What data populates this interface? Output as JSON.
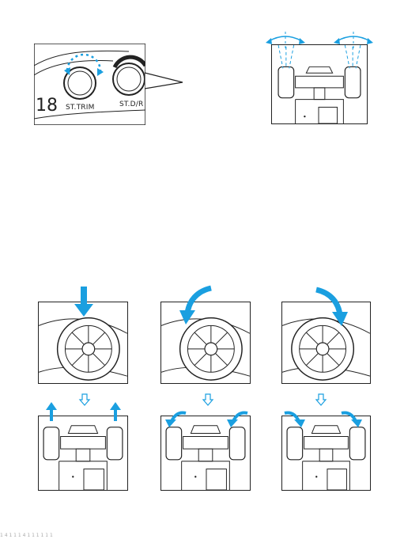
{
  "trim_panel": {
    "number": "18",
    "knob1_label": "ST.TRIM",
    "knob2_label": "ST.D/R"
  },
  "colors": {
    "accent": "#1a9fe0",
    "line": "#222222",
    "background": "#ffffff"
  },
  "steps": [
    {
      "direction": "straight",
      "arrow": "down-arrow-icon"
    },
    {
      "direction": "left",
      "arrow": "curved-left-arrow-icon"
    },
    {
      "direction": "right",
      "arrow": "curved-right-arrow-icon"
    }
  ],
  "footer_text": "1    4  1  1   1   4 1    1  1 1  1 1"
}
